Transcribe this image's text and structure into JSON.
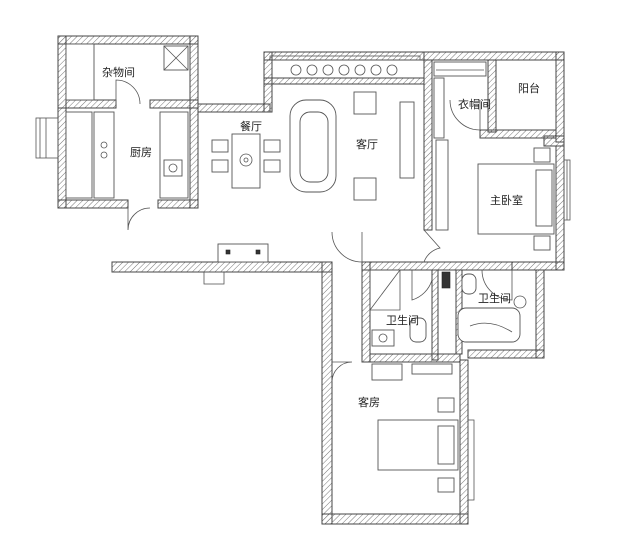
{
  "rooms": {
    "storage": "杂物间",
    "kitchen": "厨房",
    "dining": "餐厅",
    "living": "客厅",
    "closet": "衣帽间",
    "balcony": "阳台",
    "master_bedroom": "主卧室",
    "bathroom_1": "卫生间",
    "bathroom_2": "卫生间",
    "guest_room": "客房"
  }
}
